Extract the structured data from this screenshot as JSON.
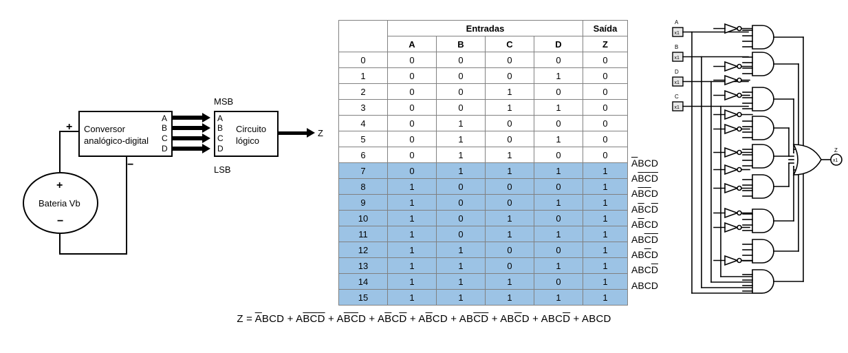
{
  "block_diagram": {
    "battery_label": "Bateria Vb",
    "battery_plus": "+",
    "battery_minus": "−",
    "adc_label_line1": "Conversor",
    "adc_label_line2": "analógico-digital",
    "adc_plus": "+",
    "adc_minus": "−",
    "adc_out_pins": [
      "A",
      "B",
      "C",
      "D"
    ],
    "logic_label_line1": "Circuito",
    "logic_label_line2": "lógico",
    "logic_in_pins": [
      "A",
      "B",
      "C",
      "D"
    ],
    "msb_label": "MSB",
    "lsb_label": "LSB",
    "output_label": "Z"
  },
  "truth_table": {
    "group_headers": {
      "blank": "",
      "inputs": "Entradas",
      "output": "Saída"
    },
    "column_headers": [
      "",
      "A",
      "B",
      "C",
      "D",
      "Z"
    ],
    "rows": [
      {
        "idx": "0",
        "a": "0",
        "b": "0",
        "c": "0",
        "d": "0",
        "z": "0",
        "highlight": false
      },
      {
        "idx": "1",
        "a": "0",
        "b": "0",
        "c": "0",
        "d": "1",
        "z": "0",
        "highlight": false
      },
      {
        "idx": "2",
        "a": "0",
        "b": "0",
        "c": "1",
        "d": "0",
        "z": "0",
        "highlight": false
      },
      {
        "idx": "3",
        "a": "0",
        "b": "0",
        "c": "1",
        "d": "1",
        "z": "0",
        "highlight": false
      },
      {
        "idx": "4",
        "a": "0",
        "b": "1",
        "c": "0",
        "d": "0",
        "z": "0",
        "highlight": false
      },
      {
        "idx": "5",
        "a": "0",
        "b": "1",
        "c": "0",
        "d": "1",
        "z": "0",
        "highlight": false
      },
      {
        "idx": "6",
        "a": "0",
        "b": "1",
        "c": "1",
        "d": "0",
        "z": "0",
        "highlight": false
      },
      {
        "idx": "7",
        "a": "0",
        "b": "1",
        "c": "1",
        "d": "1",
        "z": "1",
        "highlight": true
      },
      {
        "idx": "8",
        "a": "1",
        "b": "0",
        "c": "0",
        "d": "0",
        "z": "1",
        "highlight": true
      },
      {
        "idx": "9",
        "a": "1",
        "b": "0",
        "c": "0",
        "d": "1",
        "z": "1",
        "highlight": true
      },
      {
        "idx": "10",
        "a": "1",
        "b": "0",
        "c": "1",
        "d": "0",
        "z": "1",
        "highlight": true
      },
      {
        "idx": "11",
        "a": "1",
        "b": "0",
        "c": "1",
        "d": "1",
        "z": "1",
        "highlight": true
      },
      {
        "idx": "12",
        "a": "1",
        "b": "1",
        "c": "0",
        "d": "0",
        "z": "1",
        "highlight": true
      },
      {
        "idx": "13",
        "a": "1",
        "b": "1",
        "c": "0",
        "d": "1",
        "z": "1",
        "highlight": true
      },
      {
        "idx": "14",
        "a": "1",
        "b": "1",
        "c": "1",
        "d": "0",
        "z": "1",
        "highlight": true
      },
      {
        "idx": "15",
        "a": "1",
        "b": "1",
        "c": "1",
        "d": "1",
        "z": "1",
        "highlight": true
      }
    ],
    "highlight_color": "#9cc3e5",
    "border_color": "#808080"
  },
  "minterms": [
    {
      "row": "7",
      "terms": [
        {
          "t": "A",
          "bar": true
        },
        {
          "t": "B",
          "bar": false
        },
        {
          "t": "C",
          "bar": false
        },
        {
          "t": "D",
          "bar": false
        }
      ]
    },
    {
      "row": "8",
      "terms": [
        {
          "t": "A",
          "bar": false
        },
        {
          "t": "B",
          "bar": true
        },
        {
          "t": "C",
          "bar": true
        },
        {
          "t": "D",
          "bar": true
        }
      ]
    },
    {
      "row": "9",
      "terms": [
        {
          "t": "A",
          "bar": false
        },
        {
          "t": "B",
          "bar": true
        },
        {
          "t": "C",
          "bar": true
        },
        {
          "t": "D",
          "bar": false
        }
      ]
    },
    {
      "row": "10",
      "terms": [
        {
          "t": "A",
          "bar": false
        },
        {
          "t": "B",
          "bar": true
        },
        {
          "t": "C",
          "bar": false
        },
        {
          "t": "D",
          "bar": true
        }
      ]
    },
    {
      "row": "11",
      "terms": [
        {
          "t": "A",
          "bar": false
        },
        {
          "t": "B",
          "bar": true
        },
        {
          "t": "C",
          "bar": false
        },
        {
          "t": "D",
          "bar": false
        }
      ]
    },
    {
      "row": "12",
      "terms": [
        {
          "t": "A",
          "bar": false
        },
        {
          "t": "B",
          "bar": false
        },
        {
          "t": "C",
          "bar": true
        },
        {
          "t": "D",
          "bar": true
        }
      ]
    },
    {
      "row": "13",
      "terms": [
        {
          "t": "A",
          "bar": false
        },
        {
          "t": "B",
          "bar": false
        },
        {
          "t": "C",
          "bar": true
        },
        {
          "t": "D",
          "bar": false
        }
      ]
    },
    {
      "row": "14",
      "terms": [
        {
          "t": "A",
          "bar": false
        },
        {
          "t": "B",
          "bar": false
        },
        {
          "t": "C",
          "bar": false
        },
        {
          "t": "D",
          "bar": true
        }
      ]
    },
    {
      "row": "15",
      "terms": [
        {
          "t": "A",
          "bar": false
        },
        {
          "t": "B",
          "bar": false
        },
        {
          "t": "C",
          "bar": false
        },
        {
          "t": "D",
          "bar": false
        }
      ]
    }
  ],
  "equation": {
    "lhs": "Z",
    "eq": "=",
    "plus": "+",
    "terms": [
      [
        {
          "t": "A",
          "bar": true
        },
        {
          "t": "B",
          "bar": false
        },
        {
          "t": "C",
          "bar": false
        },
        {
          "t": "D",
          "bar": false
        }
      ],
      [
        {
          "t": "A",
          "bar": false
        },
        {
          "t": "B",
          "bar": true
        },
        {
          "t": "C",
          "bar": true
        },
        {
          "t": "D",
          "bar": true
        }
      ],
      [
        {
          "t": "A",
          "bar": false
        },
        {
          "t": "B",
          "bar": true
        },
        {
          "t": "C",
          "bar": true
        },
        {
          "t": "D",
          "bar": false
        }
      ],
      [
        {
          "t": "A",
          "bar": false
        },
        {
          "t": "B",
          "bar": true
        },
        {
          "t": "C",
          "bar": false
        },
        {
          "t": "D",
          "bar": true
        }
      ],
      [
        {
          "t": "A",
          "bar": false
        },
        {
          "t": "B",
          "bar": true
        },
        {
          "t": "C",
          "bar": false
        },
        {
          "t": "D",
          "bar": false
        }
      ],
      [
        {
          "t": "A",
          "bar": false
        },
        {
          "t": "B",
          "bar": false
        },
        {
          "t": "C",
          "bar": true
        },
        {
          "t": "D",
          "bar": true
        }
      ],
      [
        {
          "t": "A",
          "bar": false
        },
        {
          "t": "B",
          "bar": false
        },
        {
          "t": "C",
          "bar": true
        },
        {
          "t": "D",
          "bar": false
        }
      ],
      [
        {
          "t": "A",
          "bar": false
        },
        {
          "t": "B",
          "bar": false
        },
        {
          "t": "C",
          "bar": false
        },
        {
          "t": "D",
          "bar": true
        }
      ],
      [
        {
          "t": "A",
          "bar": false
        },
        {
          "t": "B",
          "bar": false
        },
        {
          "t": "C",
          "bar": false
        },
        {
          "t": "D",
          "bar": false
        }
      ]
    ]
  },
  "logic_schematic": {
    "input_labels": [
      "A",
      "B",
      "D",
      "C"
    ],
    "input_box_text": "x1",
    "output_label": "Z",
    "output_box_text": "x1",
    "and_gate_count": 9,
    "or_gate_count": 1,
    "inverter_count": 12
  }
}
